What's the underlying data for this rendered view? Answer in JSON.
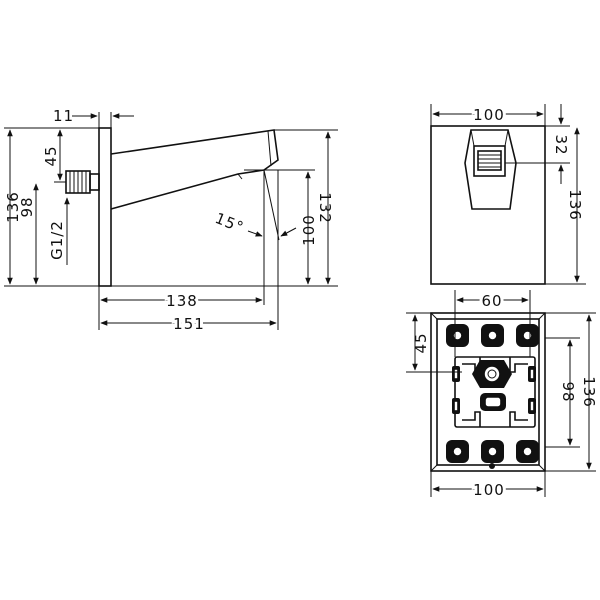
{
  "side_view": {
    "dims": {
      "wall_thickness": "11",
      "top_offset": "45",
      "height_total": "136",
      "connector_height": "98",
      "thread": "G1/2",
      "angle": "15°",
      "outlet_height": "100",
      "spout_height": "132",
      "projection_outlet": "138",
      "projection_total": "151"
    }
  },
  "front_view": {
    "dims": {
      "width": "100",
      "nozzle_height": "32",
      "height": "136"
    }
  },
  "back_view": {
    "dims": {
      "bracket_width": "60",
      "top_offset": "45",
      "mount_height": "98",
      "height": "136",
      "width": "100"
    }
  }
}
